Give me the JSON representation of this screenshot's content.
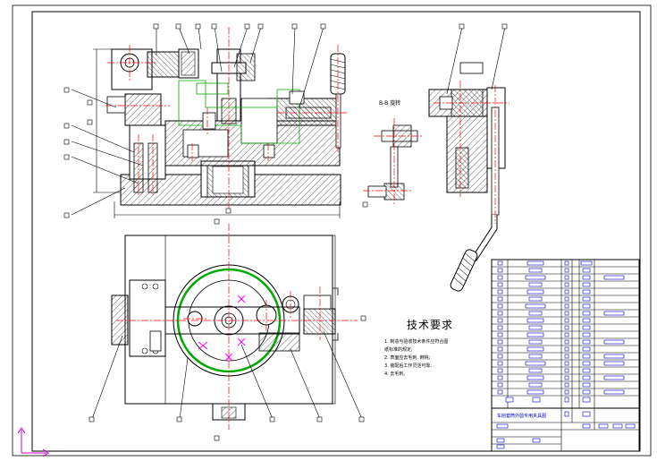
{
  "drawing": {
    "section_label": "B-B 旋转",
    "tech_requirements": {
      "title": "技术要求",
      "items": [
        "1. 制造与验收技术条件应符合图",
        "   纸标准的规定;",
        "2. 表面应去毛刺, 倒钝;",
        "3. 装配后工作灵活可靠;",
        "4. 去毛刺。"
      ]
    },
    "title_block": {
      "drawing_name": "车削套筒外圆专用夹具图"
    }
  },
  "colors": {
    "outline": "#000000",
    "centerline": "#ff0000",
    "hidden": "#00aa00",
    "hatch": "#000000",
    "dimension": "#0000ff",
    "accent": "#ff00ff"
  }
}
